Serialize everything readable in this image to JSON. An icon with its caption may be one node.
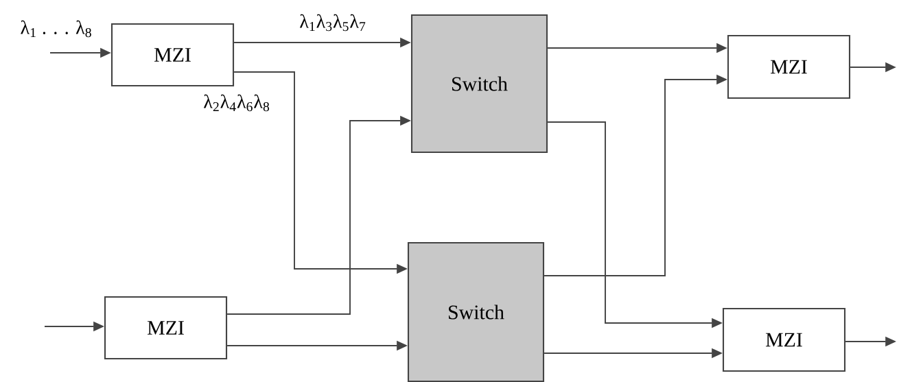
{
  "diagram": {
    "nodes": [
      {
        "text": [
          "MZI"
        ]
      },
      {
        "text": [
          "Switch"
        ]
      },
      {
        "text": [
          "Switch"
        ]
      },
      {
        "text": [
          "MZI"
        ]
      },
      {
        "text": [
          "MZI"
        ]
      },
      {
        "text": [
          "MZI"
        ]
      }
    ],
    "edges": [
      {
        "from": null,
        "to": 0,
        "arrow": "to",
        "label": "λ$_{1}$ . . . λ$_{8}$"
      },
      {
        "from": 0,
        "to": 1,
        "arrow": "to",
        "label": "λ$_{1}$λ$_{3}$λ$_{5}$λ$_{7}$"
      },
      {
        "from": 0,
        "to": 2,
        "arrow": "to",
        "label": "λ$_{2}$λ$_{4}$λ$_{6}$λ$_{8}$"
      },
      {
        "from": 4,
        "to": 1,
        "arrow": "to"
      },
      {
        "from": 4,
        "to": 2,
        "arrow": "to"
      },
      {
        "from": 1,
        "to": 3,
        "arrow": "to"
      },
      {
        "from": 1,
        "to": 5,
        "arrow": "to"
      },
      {
        "from": 2,
        "to": 3,
        "arrow": "to"
      },
      {
        "from": 2,
        "to": 5,
        "arrow": "to"
      },
      {
        "from": 3,
        "to": null,
        "arrow": "to"
      },
      {
        "from": 5,
        "to": null,
        "arrow": "to"
      },
      {
        "from": null,
        "to": 4,
        "arrow": "to"
      }
    ]
  }
}
